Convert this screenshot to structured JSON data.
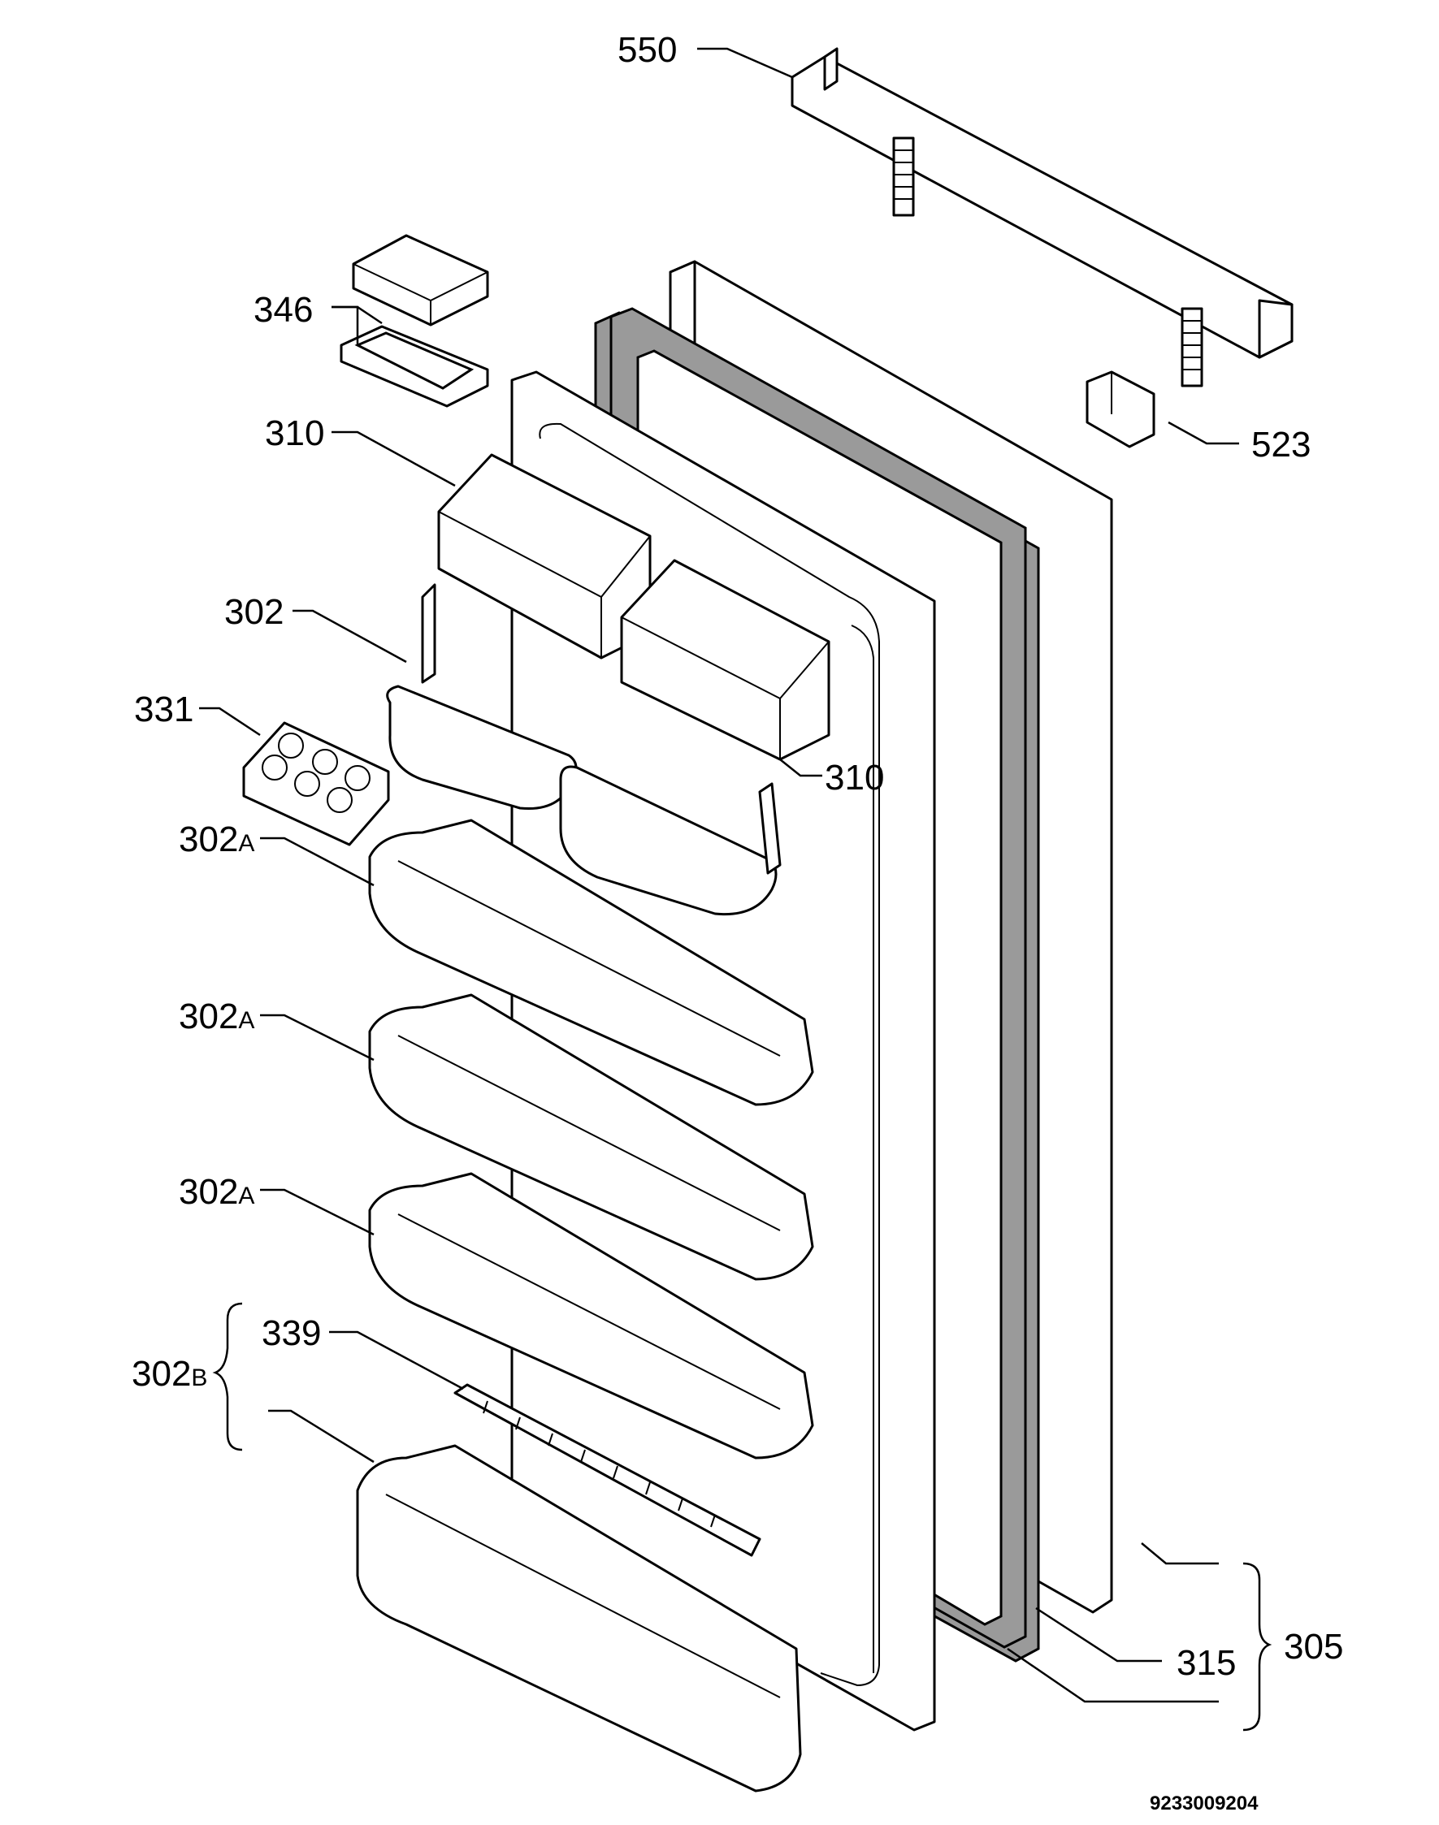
{
  "labels": {
    "l550": "550",
    "l346": "346",
    "l310_top": "310",
    "l523": "523",
    "l302": "302",
    "l331": "331",
    "l310_mid": "310",
    "l302a_1": "302",
    "l302a_2": "302",
    "l302a_3": "302",
    "suffix_a": "A",
    "l339": "339",
    "l302b": "302",
    "suffix_b": "B",
    "l315": "315",
    "l305": "305"
  },
  "drawing_code": "9233009204"
}
